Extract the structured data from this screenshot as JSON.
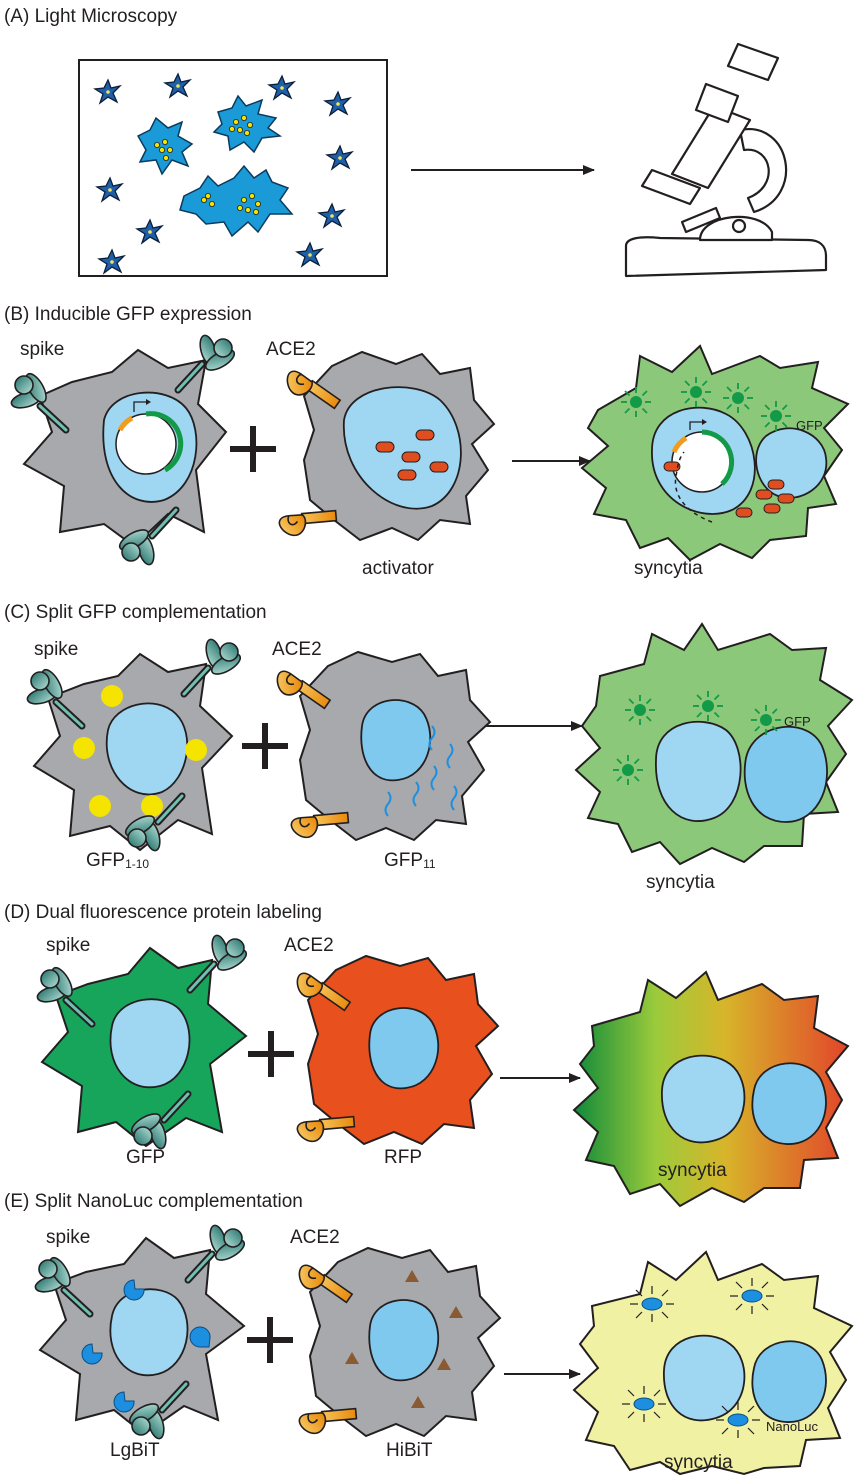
{
  "panels": {
    "a": {
      "title": "(A) Light Microscopy"
    },
    "b": {
      "title": "(B) Inducible GFP expression",
      "spike": "spike",
      "ace2": "ACE2",
      "activator": "activator",
      "gfp": "GFP",
      "syncytia": "syncytia"
    },
    "c": {
      "title": "(C) Split GFP complementation",
      "spike": "spike",
      "ace2": "ACE2",
      "left_label": "GFP",
      "left_sub": "1-10",
      "right_label": "GFP",
      "right_sub": "11",
      "gfp": "GFP",
      "syncytia": "syncytia"
    },
    "d": {
      "title": "(D) Dual fluorescence protein labeling",
      "spike": "spike",
      "ace2": "ACE2",
      "left_label": "GFP",
      "right_label": "RFP",
      "syncytia": "syncytia"
    },
    "e": {
      "title": "(E) Split NanoLuc complementation",
      "spike": "spike",
      "ace2": "ACE2",
      "left_label": "LgBiT",
      "right_label": "HiBiT",
      "nanoluc": "NanoLuc",
      "syncytia": "syncytia"
    }
  },
  "colors": {
    "cell_gray": "#a7a9ac",
    "nucleus": "#9fd6f2",
    "nucleus_dark": "#7fc8ee",
    "syncytium_green": "#8cc87a",
    "gfp_dark_green": "#129a48",
    "gfp_cell": "#17a55c",
    "rfp_cell": "#e8501d",
    "activator_red": "#e04e1f",
    "split_yellow": "#f4e400",
    "lgbit_blue": "#1d8fe0",
    "hibit_brown": "#8a5a32",
    "nanoluc_yellow": "#f1f1a3",
    "micro_blue": "#1a9ad6",
    "ace2_orange": "#f5a623",
    "spike_teal": "#3a9b8f"
  }
}
